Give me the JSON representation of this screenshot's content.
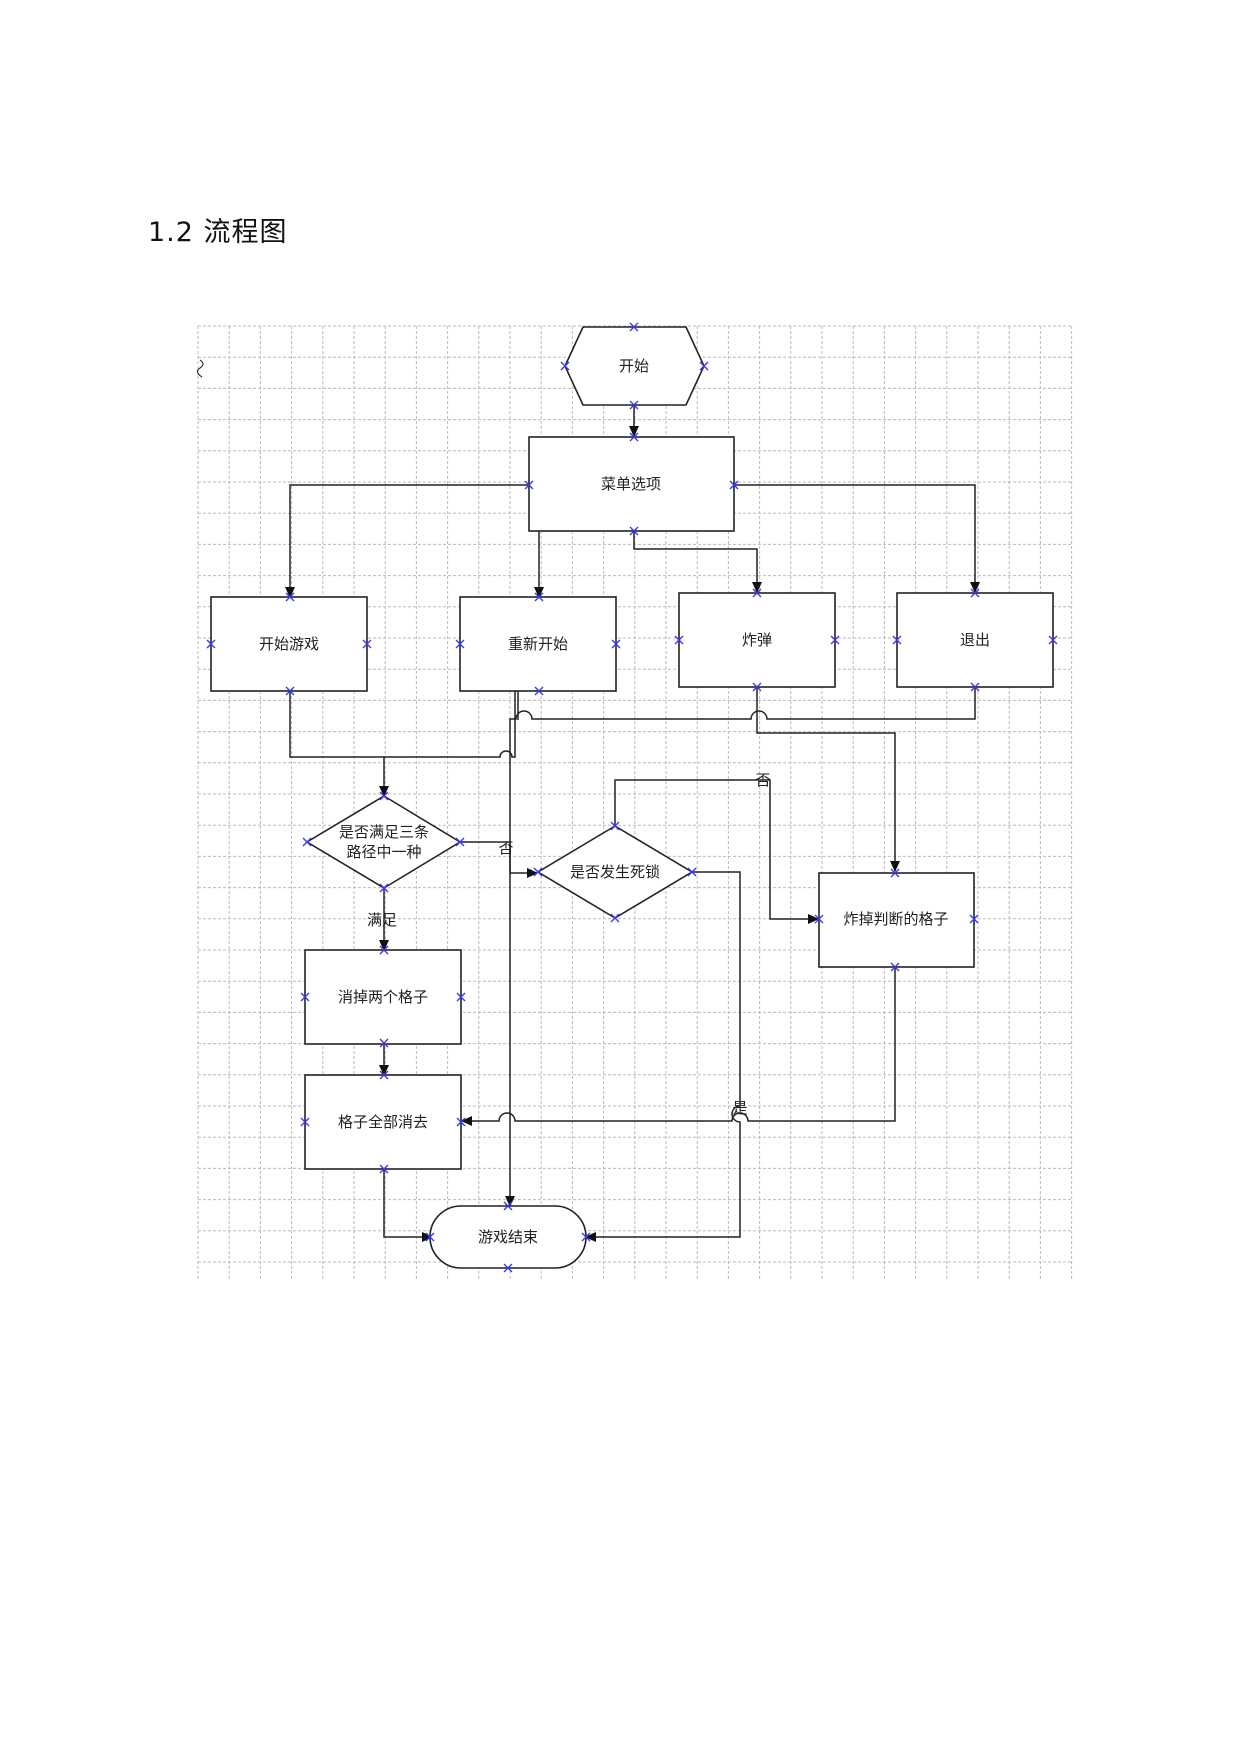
{
  "section_title": "1.2 流程图",
  "nodes": {
    "start": "开始",
    "menu": "菜单选项",
    "start_game": "开始游戏",
    "restart": "重新开始",
    "bomb": "炸弹",
    "quit": "退出",
    "path_check": [
      "是否满足三条",
      "路径中一种"
    ],
    "deadlock_check": "是否发生死锁",
    "bomb_cell": "炸掉判断的格子",
    "remove_two": "消掉两个格子",
    "all_cleared": "格子全部消去",
    "game_over": "游戏结束"
  },
  "edge_labels": {
    "satisfied": "满足",
    "no_path": "否",
    "no_deadlock": "否",
    "yes_deadlock": "是"
  },
  "colors": {
    "line": "#222222",
    "grid": "#bbbbbb",
    "connector_x": "#3a3af0"
  }
}
